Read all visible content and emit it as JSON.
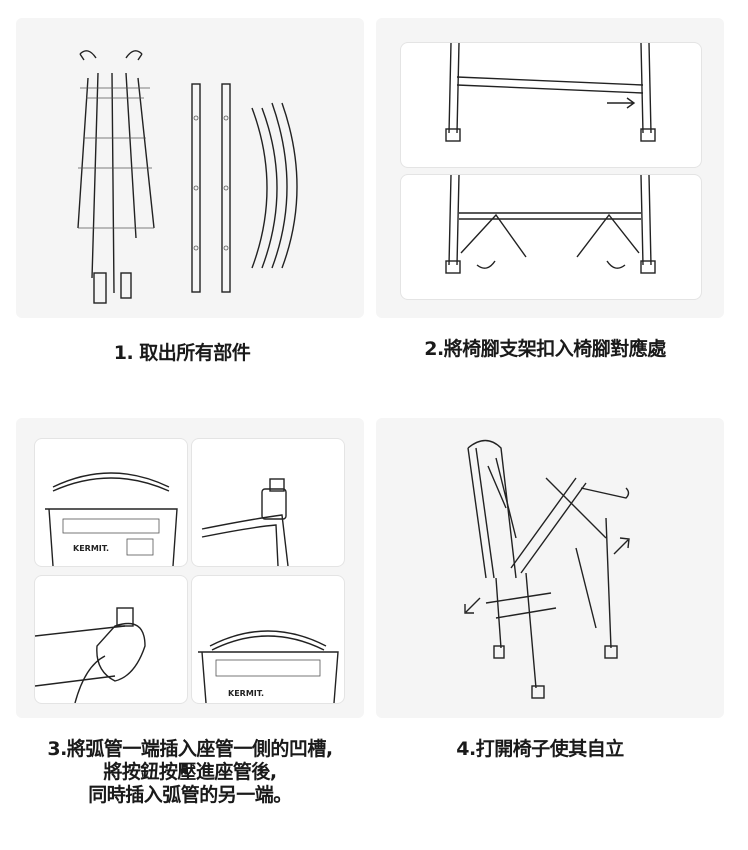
{
  "steps": [
    {
      "caption": "1. 取出所有部件"
    },
    {
      "caption": "2.將椅腳支架扣入椅腳對應處"
    },
    {
      "caption_lines": [
        "3.將弧管一端插入座管一側的凹槽,",
        "將按鈕按壓進座管後,",
        "同時插入弧管的另一端。"
      ],
      "logo_text": "KERMIT."
    },
    {
      "caption": "4.打開椅子使其自立"
    }
  ]
}
